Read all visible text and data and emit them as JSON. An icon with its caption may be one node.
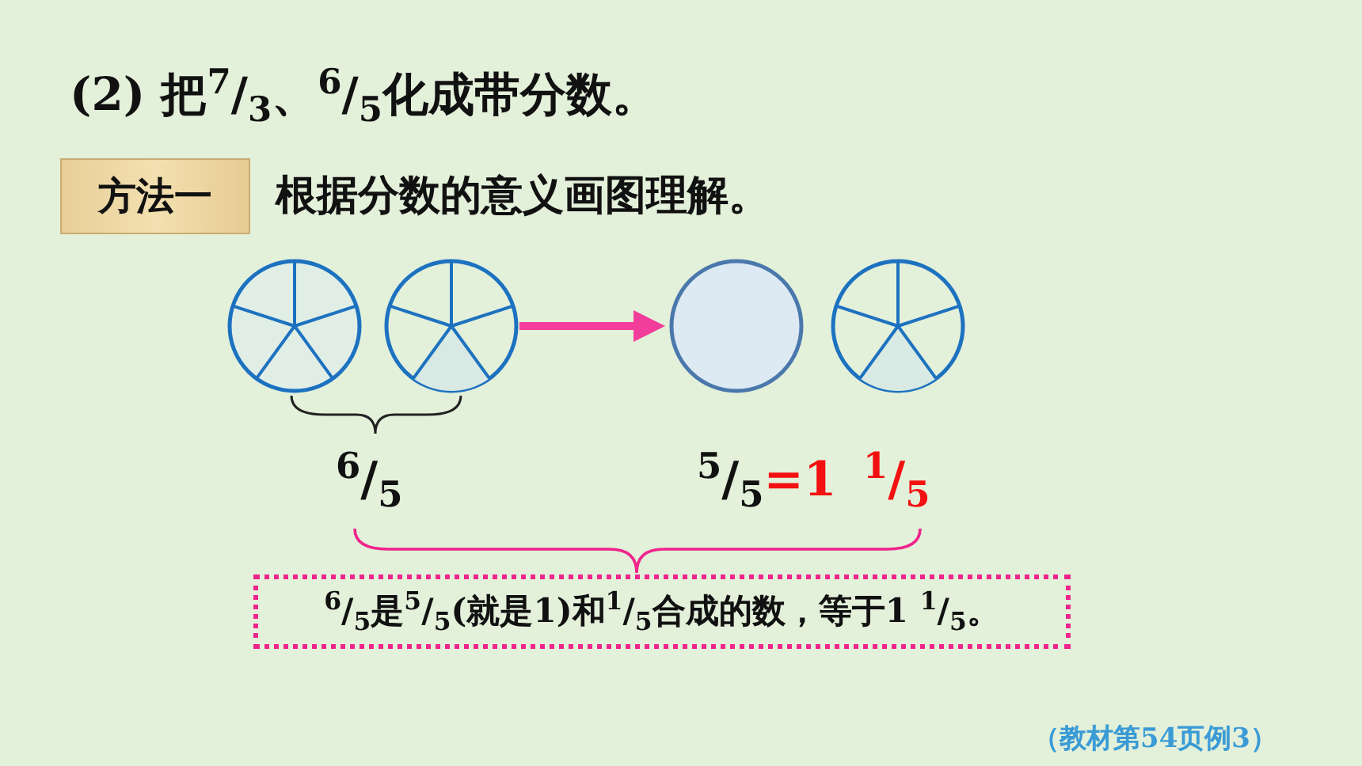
{
  "diagram": {
    "title": "(2) 把$^{7}$/$_{3}$、$^{6}$/$_{5}$化成带分数。",
    "caption": "（教材第54页例3）",
    "nodes": [
      {
        "text": [
          "方法一"
        ],
        "beside": [
          "根据分数的意义画图理解。"
        ]
      },
      {
        "text": [],
        "shape": "circle"
      },
      {
        "text": [],
        "shape": "circle"
      },
      {
        "text": [],
        "shape": "circle"
      },
      {
        "text": [],
        "shape": "circle"
      },
      {
        "text": [
          "$^{6}$/$_{5}$是$^{5}$/$_{5}$(就是1)和$^{1}$/$_{5}$合成的数，等于1 $^{1}$/$_{5}$。"
        ]
      }
    ],
    "edges": [
      {
        "from": 2,
        "to": 3,
        "arrow": "to"
      }
    ],
    "labels": [
      "$^{6}$/$_{5}$",
      "$^{5}$/$_{5}$=1",
      "$^{1}$/$_{5}$"
    ]
  }
}
